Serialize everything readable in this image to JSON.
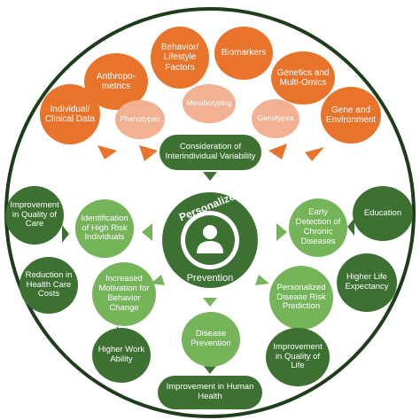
{
  "colors": {
    "orange": "#e8742c",
    "peach": "#f2b193",
    "dark_green": "#3c7132",
    "light_green": "#76b45a",
    "ring": "#1e3d1a"
  },
  "orange_nodes": [
    "Individual/ Clinical Data",
    "Anthropo-metrics",
    "Behavior/ Lifestyle Factors",
    "Biomarkers",
    "Genetics and Multi-Omics",
    "Gene and Environment"
  ],
  "peach_nodes": [
    "Phenotypes",
    "Metabotyping",
    "Genotypes"
  ],
  "consideration": "Consideration of Interindividual Variability",
  "center": {
    "top_label": "Personalized",
    "bottom_label": "Prevention",
    "icon": "person-icon"
  },
  "light_nodes": {
    "identification": "Identification of High Risk Individuals",
    "motivation": "Increased Motivation for Behavior Change",
    "disease_prevention": "Disease Prevention",
    "early_detection": "Early Detection of Chronic Diseases",
    "risk_prediction": "Personalized Disease Risk Prediction"
  },
  "dark_nodes": {
    "quality_care": "Improvement in Quality of Care",
    "cost_reduction": "Reduction in Health Care Costs",
    "work_ability": "Higher Work Ability",
    "education": "Education",
    "life_expectancy": "Higher Life Expectancy",
    "quality_life": "Improvement in Quality of Life",
    "human_health": "Improvement in Human Health"
  }
}
